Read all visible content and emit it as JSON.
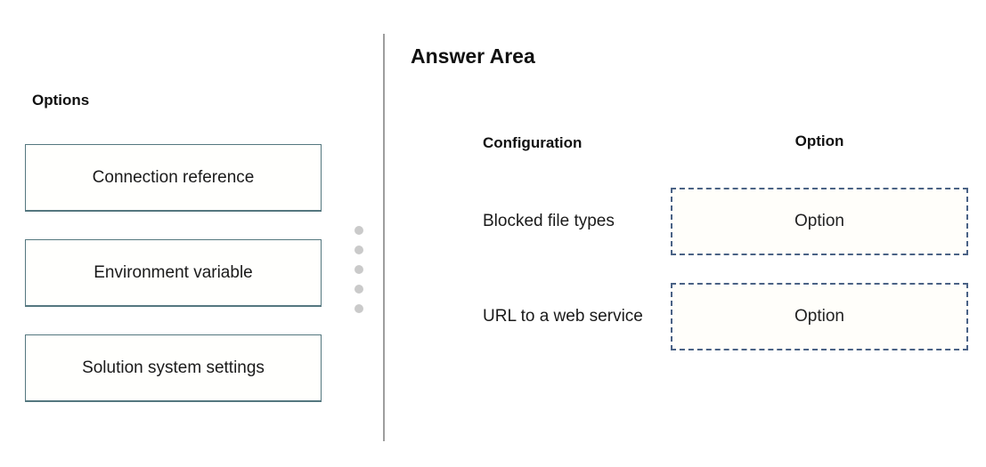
{
  "colors": {
    "option_card_border": "#54777f",
    "drop_zone_border": "#4a6285",
    "divider": "#9e9e9e",
    "dots": "#cacaca",
    "text": "#1a1a1a"
  },
  "options_panel": {
    "title": "Options",
    "items": [
      {
        "label": "Connection reference"
      },
      {
        "label": "Environment variable"
      },
      {
        "label": "Solution system settings"
      }
    ]
  },
  "answer_area": {
    "title": "Answer Area",
    "columns": {
      "configuration": "Configuration",
      "option": "Option"
    },
    "rows": [
      {
        "configuration": "Blocked file types",
        "drop_zone_label": "Option"
      },
      {
        "configuration": "URL to a web service",
        "drop_zone_label": "Option"
      }
    ]
  }
}
